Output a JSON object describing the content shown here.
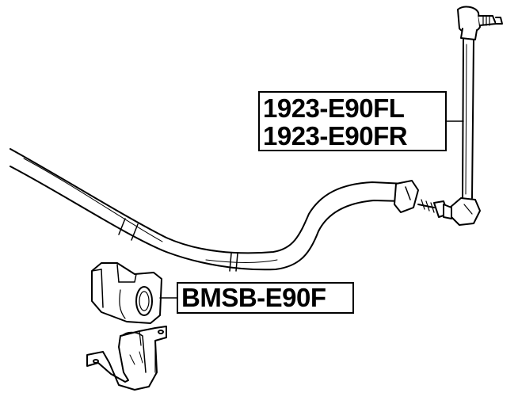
{
  "labels": {
    "stabilizer_link_front_left": "1923-E90FL",
    "stabilizer_link_front_right": "1923-E90FR",
    "stabilizer_bushing_front": "BMSB-E90F"
  },
  "colors": {
    "line": "#000000",
    "background": "#ffffff"
  }
}
